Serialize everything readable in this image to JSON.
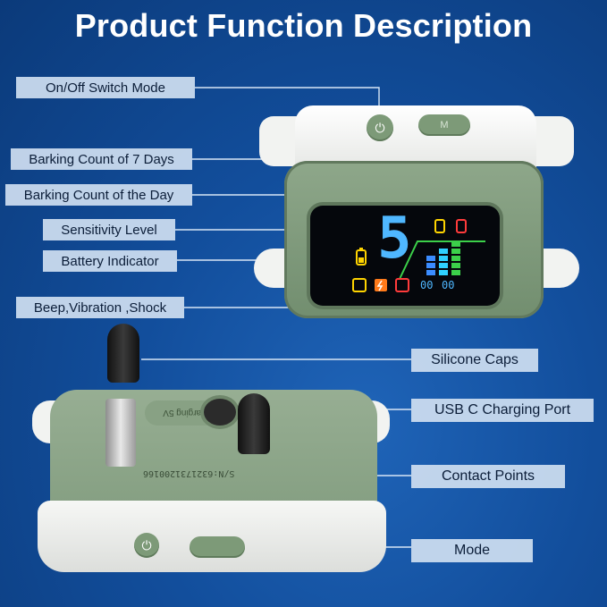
{
  "title": "Product Function Description",
  "labels": {
    "on_off": "On/Off Switch Mode",
    "barking_7days": "Barking Count of 7 Days",
    "barking_day": "Barking Count of the Day",
    "sensitivity": "Sensitivity Level",
    "battery": "Battery Indicator",
    "beep_vib_shock": "Beep,Vibration ,Shock",
    "silicone_caps": "Silicone Caps",
    "usb_c": "USB C Charging Port",
    "contact_points": "Contact Points",
    "mode": "Mode"
  },
  "device": {
    "sensitivity_digit": "5",
    "day_count": "00",
    "week_count": "00",
    "mode_button_text": "M",
    "charging_text": "Charging 5V",
    "serial_text": "S/N:6321731200166"
  },
  "colors": {
    "bg": "#124e9c",
    "label_bg": "#cedef0",
    "device_green": "#7f9a7c",
    "screen_blue": "#4fb7ff",
    "signal_green": "#3cd04a",
    "warn_yellow": "#ffd400",
    "alert_red": "#ff3b3b",
    "alert_orange": "#ff7a1a"
  },
  "icons": [
    "power-icon",
    "battery-icon",
    "speaker-icon",
    "lightning-icon",
    "fingerprint-icon"
  ]
}
